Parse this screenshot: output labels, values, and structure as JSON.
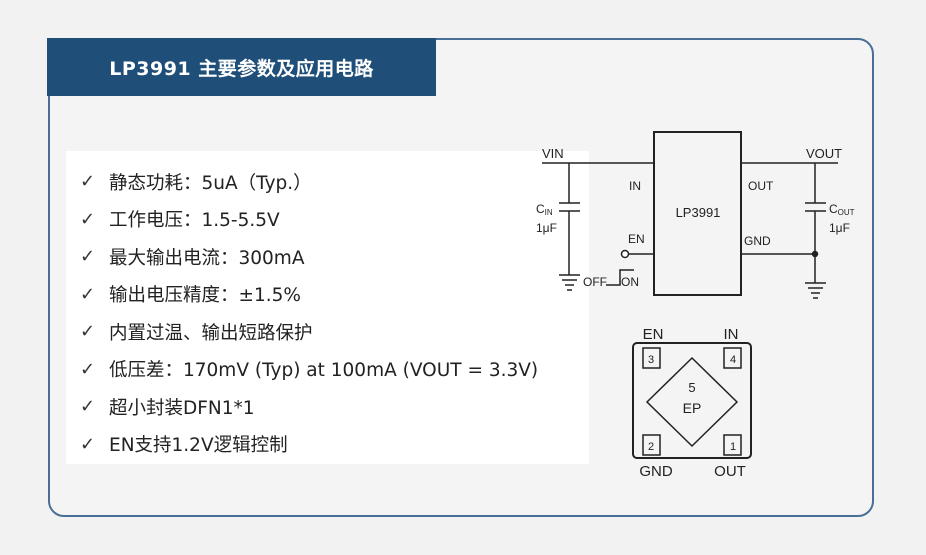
{
  "title": "LP3991 主要参数及应用电路",
  "features": [
    {
      "check": "✓",
      "text": "静态功耗：5uA（Typ.）"
    },
    {
      "check": "✓",
      "text": "工作电压：1.5-5.5V"
    },
    {
      "check": "✓",
      "text": "最大输出电流：300mA"
    },
    {
      "check": "✓",
      "text": "输出电压精度：±1.5%"
    },
    {
      "check": "✓",
      "text": "内置过温、输出短路保护"
    },
    {
      "check": "✓",
      "text": "低压差：170mV (Typ) at 100mA (VOUT = 3.3V)"
    },
    {
      "check": "✓",
      "text": "超小封装DFN1*1"
    },
    {
      "check": "✓",
      "text": "EN支持1.2V逻辑控制"
    }
  ],
  "schematic": {
    "vin": "VIN",
    "vout": "VOUT",
    "chip": "LP3991",
    "pin_in": "IN",
    "pin_out": "OUT",
    "pin_gnd": "GND",
    "en": "EN",
    "cin_main": "C",
    "cin_sub": "IN",
    "cin_value": "1μF",
    "cout_main": "C",
    "cout_sub": "OUT",
    "cout_value": "1μF",
    "off": "OFF",
    "on": "ON"
  },
  "package": {
    "pin3_name": "EN",
    "pin4_name": "IN",
    "pin2_name": "GND",
    "pin1_name": "OUT",
    "pin1": "1",
    "pin2": "2",
    "pin3": "3",
    "pin4": "4",
    "ep_num": "5",
    "ep": "EP"
  }
}
